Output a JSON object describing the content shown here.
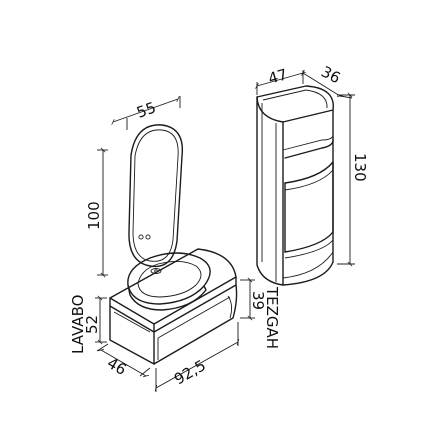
{
  "mirror": {
    "width": "55",
    "height": "100"
  },
  "cabinet": {
    "width": "47",
    "depth": "36",
    "height": "130"
  },
  "vanity": {
    "width": "92,5",
    "depth": "46",
    "height": "52",
    "counter_height": "39",
    "left_side_label": "LAVABO",
    "right_side_label": "TEZGAH"
  },
  "colors": {
    "line": "#1c1c1c",
    "background": "#ffffff"
  }
}
